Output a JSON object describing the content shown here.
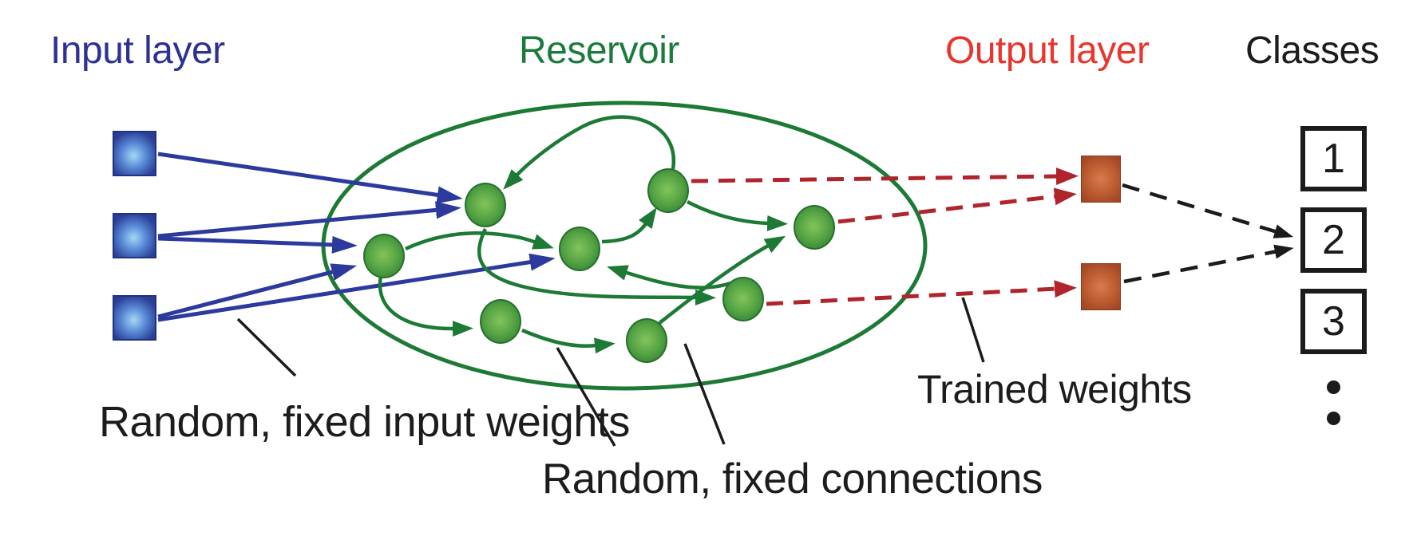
{
  "title_labels": {
    "input_layer": "Input layer",
    "reservoir": "Reservoir",
    "output_layer": "Output layer",
    "classes": "Classes"
  },
  "annotations": {
    "input_weights": "Random, fixed input weights",
    "connections": "Random, fixed connections",
    "trained_weights": "Trained weights"
  },
  "classes": {
    "items": [
      "1",
      "2",
      "3"
    ],
    "ellipsis_dots": 2
  },
  "colors": {
    "input_label": "#2e3193",
    "input_arrow": "#2c3a9e",
    "reservoir_label": "#1b7b3c",
    "reservoir_stroke": "#1c7a35",
    "output_label": "#e8352d",
    "output_arrow": "#b0242c",
    "text_black": "#1c1c1c",
    "input_node_fill": "#5a8bd8",
    "reservoir_node_fill": "#5aa746",
    "output_node_fill": "#c05f34"
  },
  "structure": {
    "input_nodes": 3,
    "reservoir_nodes": 8,
    "output_nodes": 2,
    "input_connections": [
      [
        "in1",
        "rA"
      ],
      [
        "in2",
        "rA"
      ],
      [
        "in2",
        "rB"
      ],
      [
        "in3",
        "rB"
      ],
      [
        "in3",
        "rC"
      ]
    ],
    "reservoir_connections": [
      [
        "rD",
        "rA"
      ],
      [
        "rB",
        "rC"
      ],
      [
        "rA",
        "rH"
      ],
      [
        "rH",
        "rC"
      ],
      [
        "rC",
        "rD"
      ],
      [
        "rD",
        "rE"
      ],
      [
        "rG",
        "rE"
      ],
      [
        "rB",
        "rF"
      ],
      [
        "rF",
        "rG"
      ]
    ],
    "output_connections": [
      [
        "rD",
        "out1"
      ],
      [
        "rE",
        "out1"
      ],
      [
        "rH",
        "out2"
      ]
    ],
    "class_connections": [
      [
        "out1",
        "class2"
      ],
      [
        "out2",
        "class2"
      ]
    ]
  }
}
